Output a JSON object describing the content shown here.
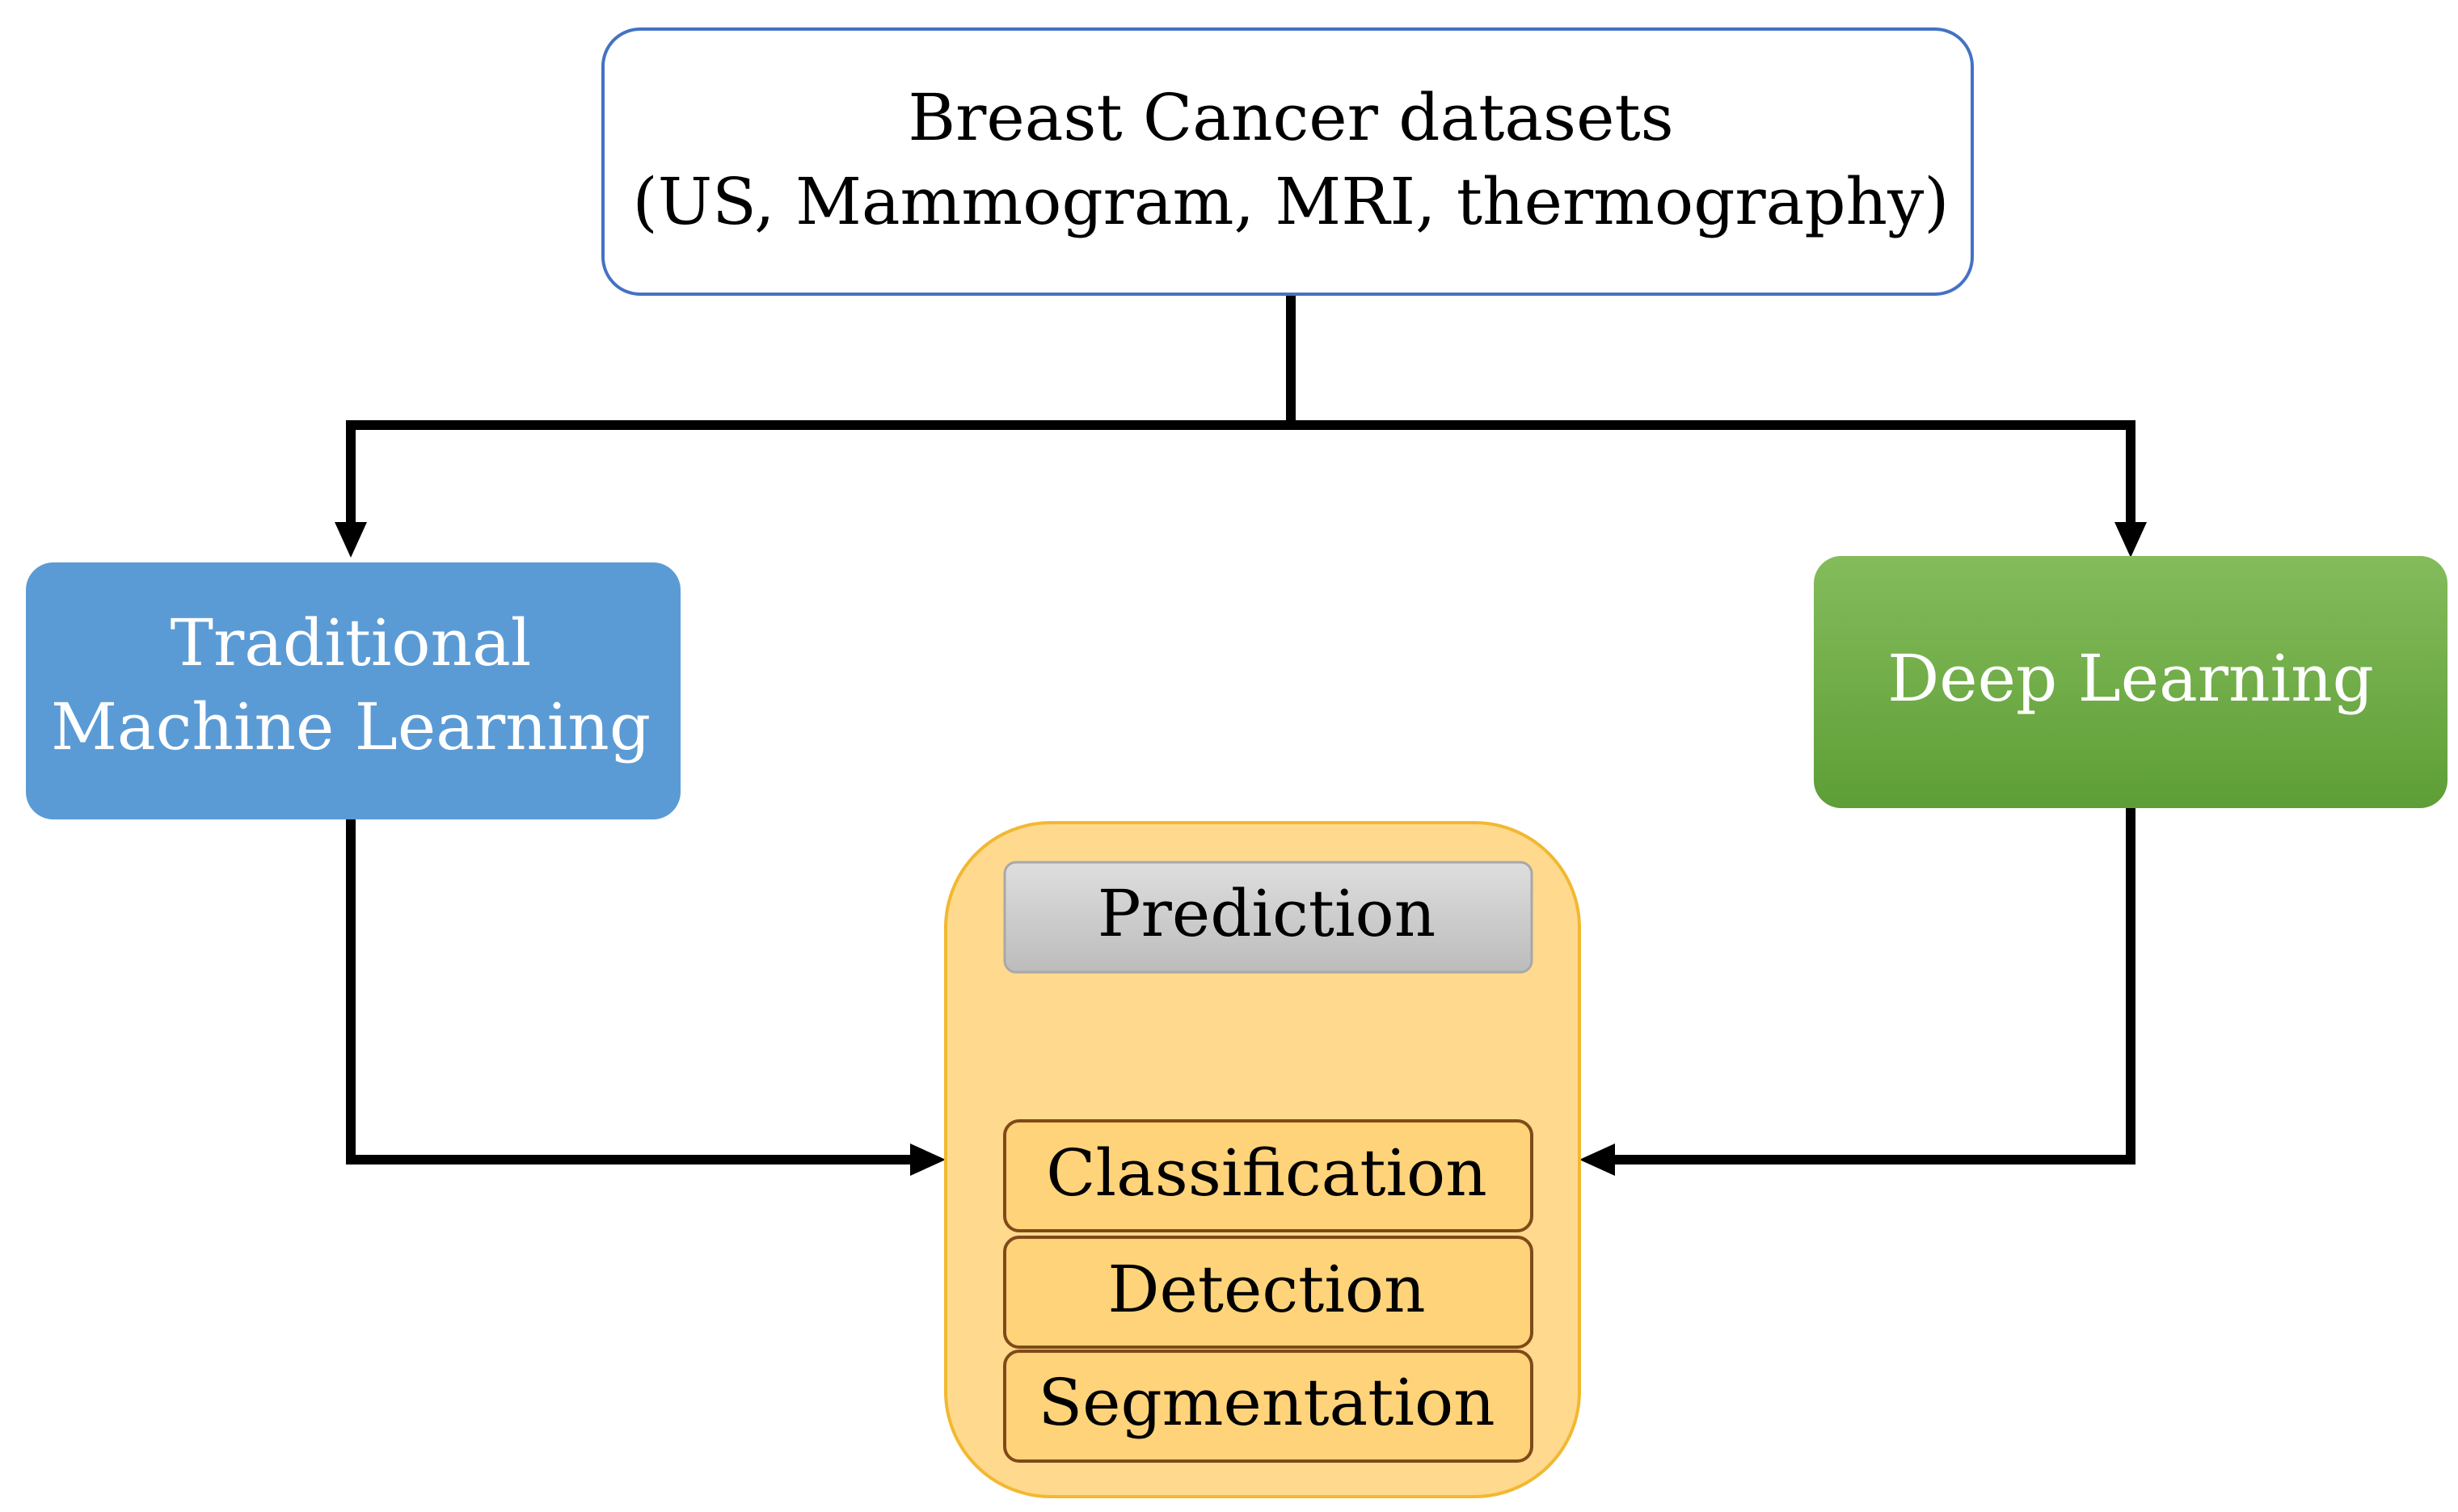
{
  "nodes": {
    "datasets": {
      "lines": [
        "Breast Cancer datasets",
        "(US, Mammogram, MRI, thermography)"
      ]
    },
    "traditional_ml": {
      "lines": [
        "Traditional",
        "Machine Learning"
      ]
    },
    "deep_learning": {
      "label": "Deep Learning"
    },
    "tasks": {
      "prediction": "Prediction",
      "classification": "Classification",
      "detection": "Detection",
      "segmentation": "Segmentation"
    }
  },
  "colors": {
    "datasets_border": "#4472c4",
    "traditional_fill": "#5b9bd5",
    "deep_fill_top": "#84bc5c",
    "deep_fill_bottom": "#5e9e36",
    "tasks_container_fill": "#ffd98e",
    "tasks_container_border": "#f2b830",
    "prediction_fill_top": "#dedede",
    "prediction_fill_bottom": "#bcbcbc",
    "task_item_fill": "#ffd37a",
    "task_item_border": "#7f4a18",
    "connector": "#000000"
  }
}
